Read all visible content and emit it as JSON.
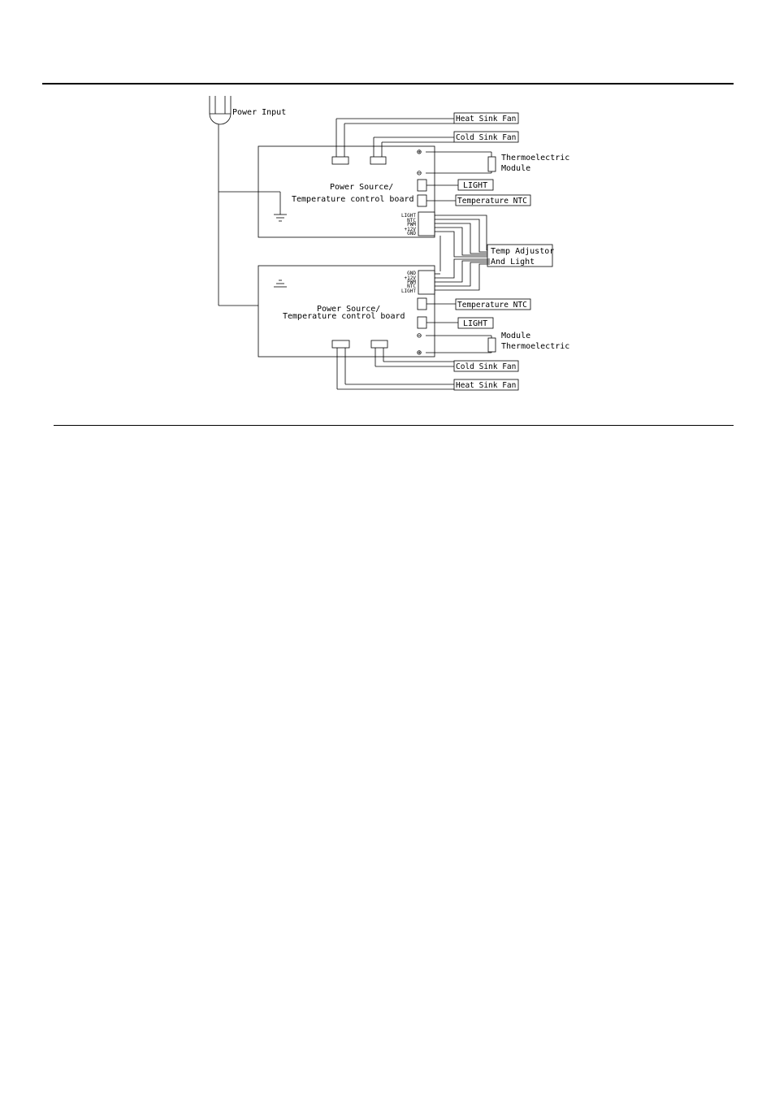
{
  "diagram": {
    "power_input": "Power Input",
    "board_top": {
      "line1": "Power Source/",
      "line2": "Temperature control board",
      "pins": [
        "LIGHT",
        "NTC",
        "PWM",
        "+12V",
        "GND"
      ]
    },
    "board_bottom": {
      "line1": "Power Source/",
      "line2": "Temperature control board",
      "pins": [
        "GND",
        "+12V",
        "PWM",
        "NTC",
        "LIGHT"
      ]
    },
    "top_components": {
      "heat_sink_fan": "Heat Sink Fan",
      "cold_sink_fan": "Cold Sink Fan",
      "thermo_line1": "Thermoelectric",
      "thermo_line2": "Module",
      "light": "LIGHT",
      "temp_ntc": "Temperature NTC"
    },
    "temp_adjustor": {
      "line1": "Temp Adjustor",
      "line2": "And Light"
    },
    "bottom_components": {
      "temp_ntc": "Temperature NTC",
      "light": "LIGHT",
      "thermo_line1": "Module",
      "thermo_line2": "Thermoelectric",
      "cold_sink_fan": "Cold Sink Fan",
      "heat_sink_fan": "Heat Sink Fan"
    },
    "symbols": {
      "plus": "⊕",
      "minus": "⊖"
    }
  }
}
